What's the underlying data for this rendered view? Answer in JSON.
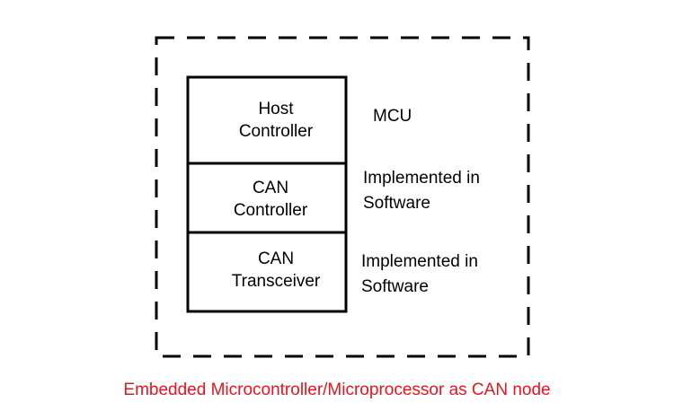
{
  "diagram": {
    "layers": [
      {
        "label": "Host\nController"
      },
      {
        "label": "CAN\nController"
      },
      {
        "label": "CAN\nTransceiver"
      }
    ],
    "annotations": [
      {
        "text": "MCU"
      },
      {
        "text": "Implemented in\nSoftware"
      },
      {
        "text": "Implemented in\nSoftware"
      }
    ],
    "caption": "Embedded Microcontroller/Microprocessor as CAN node",
    "colors": {
      "line": "#000000",
      "caption": "#e8151b"
    }
  }
}
